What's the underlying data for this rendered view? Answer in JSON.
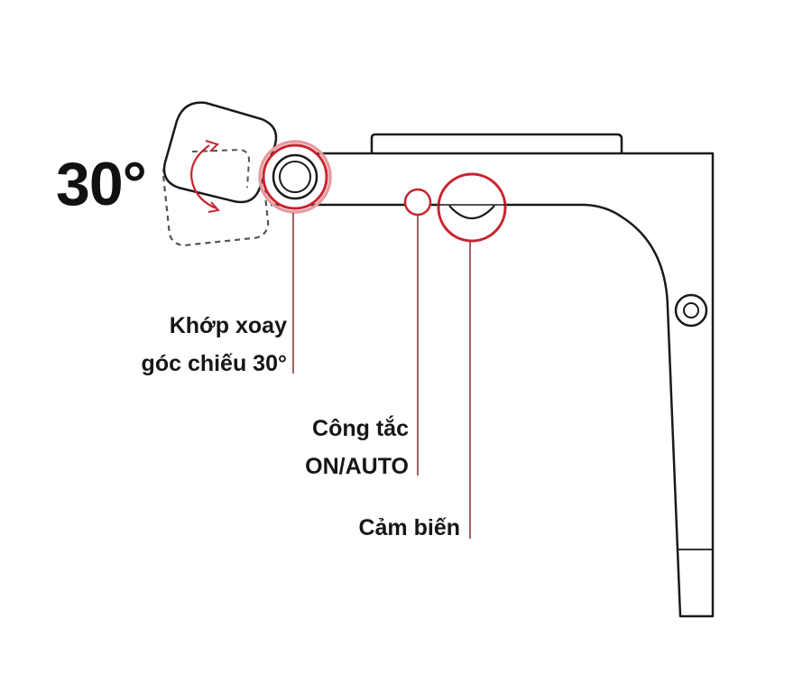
{
  "angle_label": "30°",
  "callouts": {
    "joint": {
      "line1": "Khớp xoay",
      "line2": "góc chiếu 30°"
    },
    "switch": {
      "line1": "Công tắc",
      "line2": "ON/AUTO"
    },
    "sensor": {
      "line1": "Cảm biến"
    }
  },
  "colors": {
    "outline": "#1a1a1a",
    "highlight": "#c8242e",
    "leader": "#8a3a3a",
    "background": "#ffffff"
  }
}
